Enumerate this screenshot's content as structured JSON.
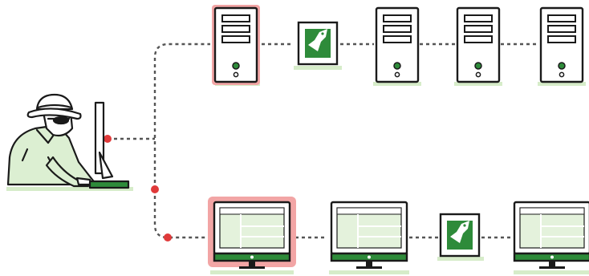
{
  "diagram": {
    "type": "network-attack-illustration",
    "colors": {
      "outline": "#1a1a1a",
      "accent_green": "#2e8b3a",
      "light_green": "#e4f2dc",
      "hacker_fill": "#dcefd2",
      "compromised_red": "#e03a3a",
      "compromised_halo": "#f2a5a5",
      "ground_green": "#d6ecc9",
      "connector_dash": "#555555"
    },
    "actors": [
      {
        "id": "hacker",
        "icon": "hacker-icon",
        "role": "attacker"
      }
    ],
    "server_chain": [
      {
        "icon": "server-tower-icon",
        "compromised": true
      },
      {
        "icon": "security-shield-icon",
        "compromised": false
      },
      {
        "icon": "server-tower-icon",
        "compromised": false
      },
      {
        "icon": "server-tower-icon",
        "compromised": false
      },
      {
        "icon": "server-tower-icon",
        "compromised": false
      }
    ],
    "monitor_chain": [
      {
        "icon": "desktop-monitor-icon",
        "compromised": true
      },
      {
        "icon": "desktop-monitor-icon",
        "compromised": false
      },
      {
        "icon": "security-shield-icon",
        "compromised": false
      },
      {
        "icon": "desktop-monitor-icon",
        "compromised": false
      }
    ]
  }
}
